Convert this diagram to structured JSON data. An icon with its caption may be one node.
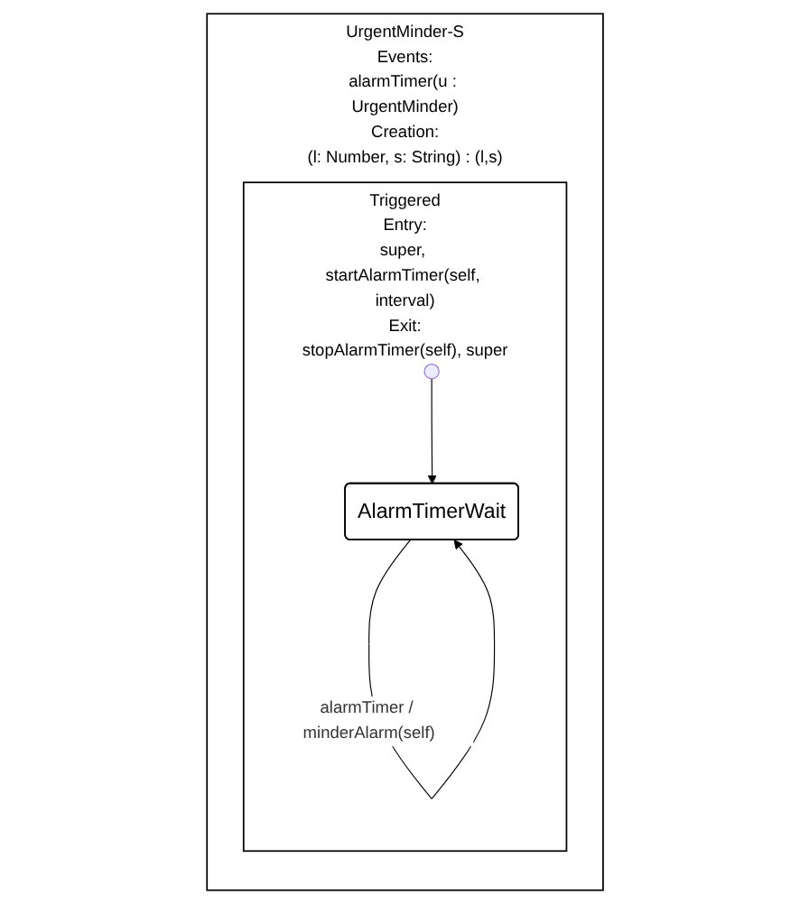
{
  "diagram": {
    "nodes": [
      {
        "text": [
          "UrgentMinder-S",
          "Events:",
          "alarmTimer(u : UrgentMinder)",
          "Creation:",
          "(l: Number, s: String) : (l,s)"
        ]
      },
      {
        "text": [
          "Triggered",
          "Entry:",
          "super, startAlarmTimer(self, interval)",
          "Exit:",
          "stopAlarmTimer(self), super"
        ],
        "in": 0
      },
      {
        "text": [],
        "shape": "circle",
        "in": 1
      },
      {
        "text": [
          "AlarmTimerWait"
        ],
        "in": 1
      }
    ],
    "edges": [
      {
        "from": 2,
        "to": 3,
        "arrow": "to"
      },
      {
        "from": 3,
        "to": 3,
        "arrow": "to",
        "label": "alarmTimer / minderAlarm(self)"
      }
    ]
  }
}
